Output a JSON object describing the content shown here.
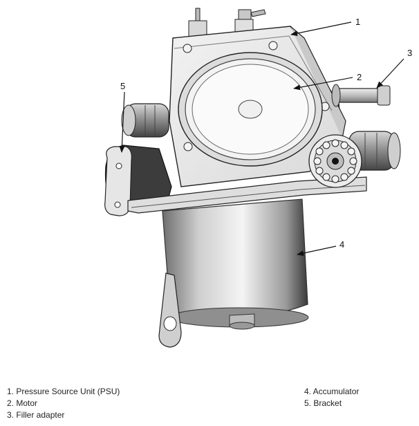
{
  "diagram": {
    "callouts": [
      {
        "number": "1"
      },
      {
        "number": "2"
      },
      {
        "number": "3"
      },
      {
        "number": "4"
      },
      {
        "number": "5"
      }
    ]
  },
  "legend": {
    "items": [
      {
        "text": "1. Pressure Source Unit (PSU)"
      },
      {
        "text": "2. Motor"
      },
      {
        "text": "3. Filler adapter"
      },
      {
        "text": "4. Accumulator"
      },
      {
        "text": "5. Bracket"
      }
    ]
  }
}
